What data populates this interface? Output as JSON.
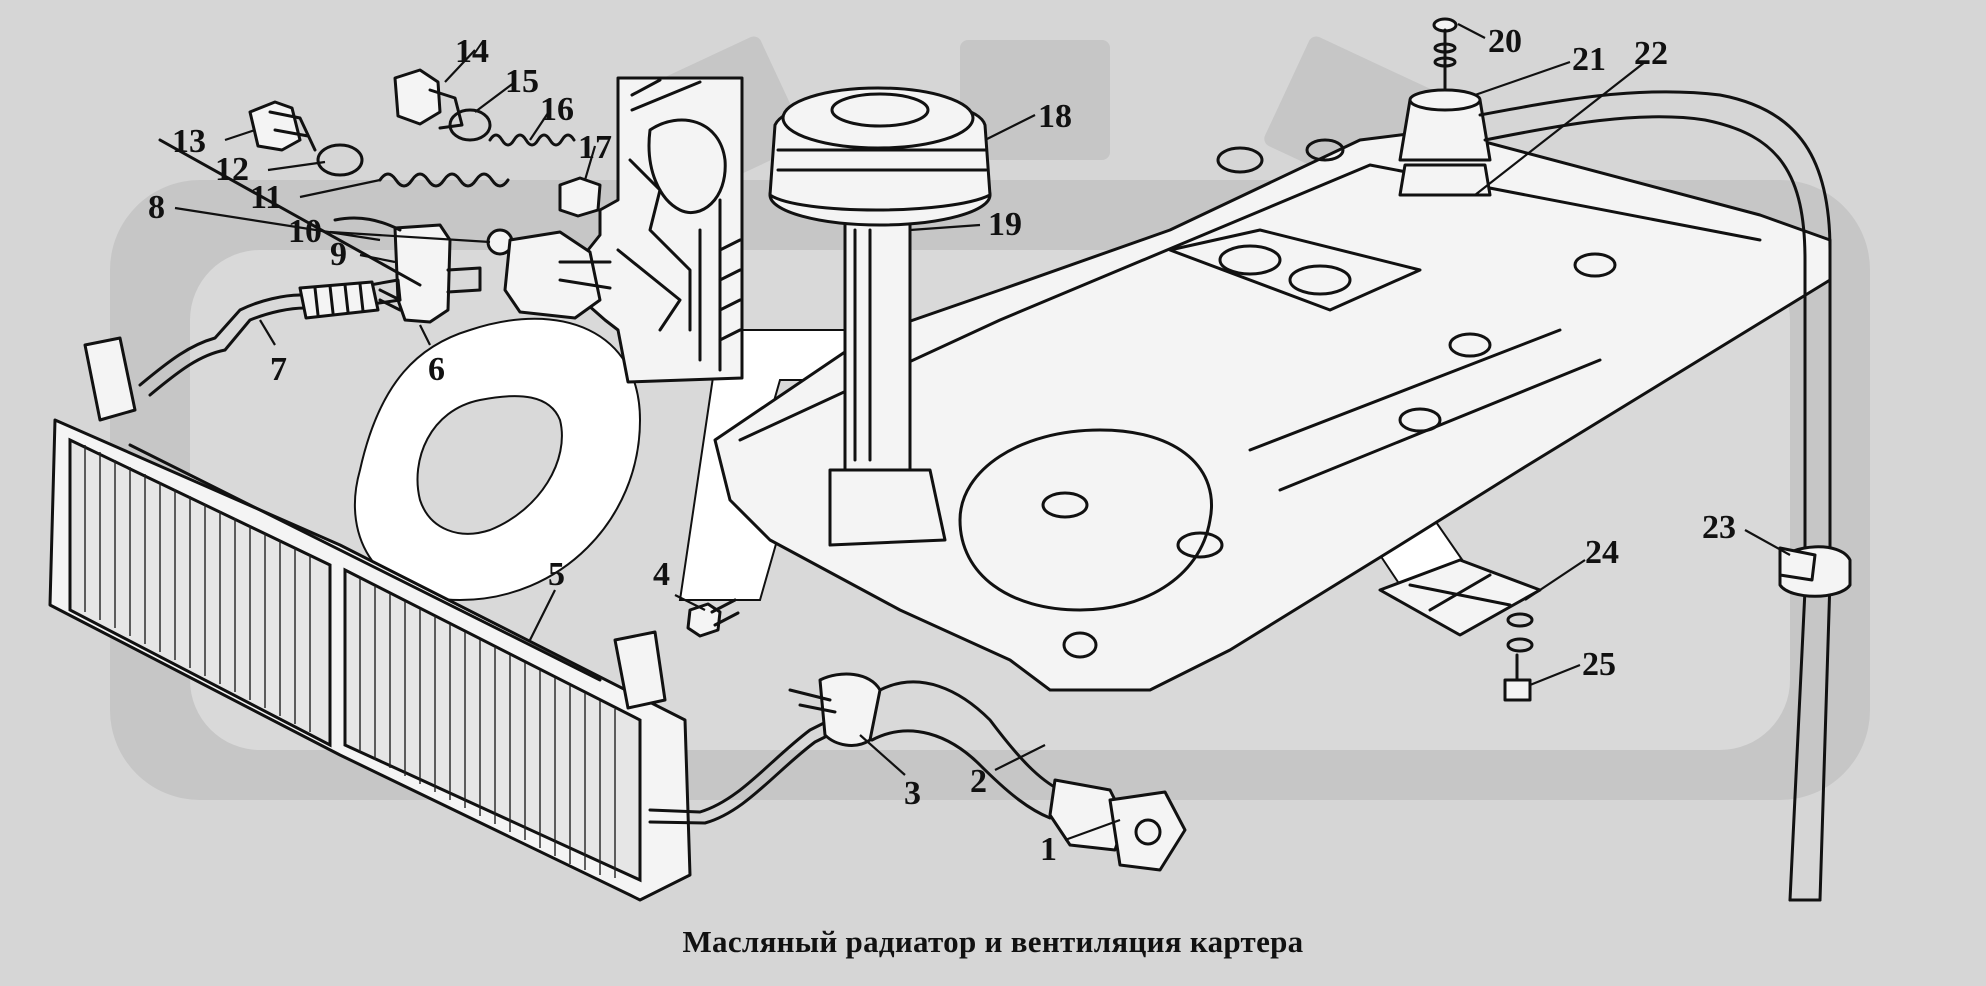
{
  "caption": "Масляный радиатор и вентиляция картера",
  "watermark": {
    "text": "OPEX",
    "color": "#ffffff"
  },
  "colors": {
    "background": "#d6d6d6",
    "ink": "#111111",
    "watermark_gear": "#c4c4c4"
  },
  "callouts": [
    "1",
    "2",
    "3",
    "4",
    "5",
    "6",
    "7",
    "8",
    "9",
    "10",
    "11",
    "12",
    "13",
    "14",
    "15",
    "16",
    "17",
    "18",
    "19",
    "20",
    "21",
    "22",
    "23",
    "24",
    "25"
  ]
}
